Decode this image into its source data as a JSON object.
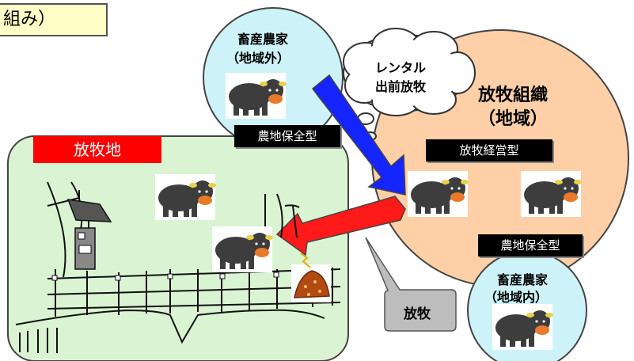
{
  "title_fragment": "組み）",
  "farmer_outside": {
    "line1": "畜産農家",
    "line2": "（地域外）"
  },
  "rental_cloud": {
    "line1": "レンタル",
    "line2": "出前放牧"
  },
  "organization": {
    "line1": "放牧組織",
    "line2": "（地域）"
  },
  "tags": {
    "nouchi_hozen_top": "農地保全型",
    "houboku_keiei": "放牧経営型",
    "nouchi_hozen_bottom": "農地保全型"
  },
  "pasture_label": "放牧地",
  "farmer_inside": {
    "line1": "畜産農家",
    "line2": "（地域内）"
  },
  "callout_houboku": "放牧",
  "colors": {
    "farmer_outside_fill": "#cdf3f8",
    "organization_fill": "#ffd0a8",
    "pasture_fill": "#daf3d2",
    "farmer_inside_fill": "#cdf3f8",
    "blue_arrow": "#1525ff",
    "red_arrow": "#ff1a1a",
    "pasture_label_bg": "#ff0000"
  }
}
